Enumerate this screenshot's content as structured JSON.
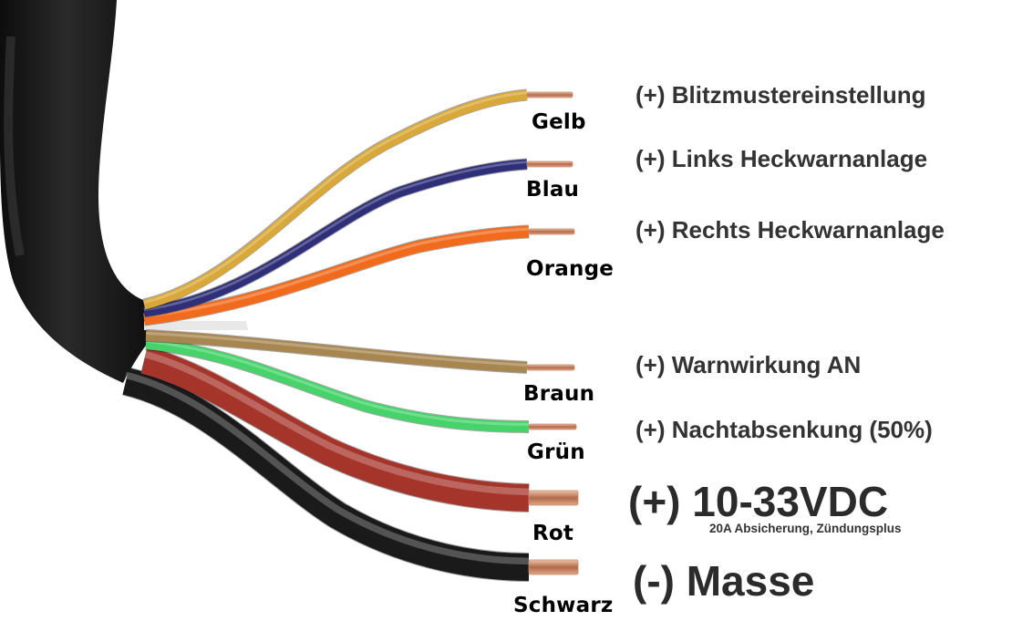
{
  "wires": [
    {
      "color_name": "Gelb",
      "color": "#D9A838",
      "function": "(+) Blitzmustereinstellung"
    },
    {
      "color_name": "Blau",
      "color": "#2E2F78",
      "function": "(+) Links Heckwarnanlage"
    },
    {
      "color_name": "Orange",
      "color": "#F26A1B",
      "function": "(+) Rechts Heckwarnanlage"
    },
    {
      "color_name": "Braun",
      "color": "#A88650",
      "function": "(+) Warnwirkung AN"
    },
    {
      "color_name": "Grün",
      "color": "#45D36A",
      "function": "(+) Nachtabsenkung (50%)"
    },
    {
      "color_name": "Rot",
      "color": "#A5342A",
      "function": "(+) 10-33VDC",
      "note": "20A Absicherung, Zündungsplus"
    },
    {
      "color_name": "Schwarz",
      "color": "#1A1A1A",
      "function": "(-) Masse"
    }
  ],
  "colors": {
    "jacket": "#141414",
    "copper": "#C98A6A",
    "filler": "#E6E6E6",
    "text": "#333333"
  }
}
